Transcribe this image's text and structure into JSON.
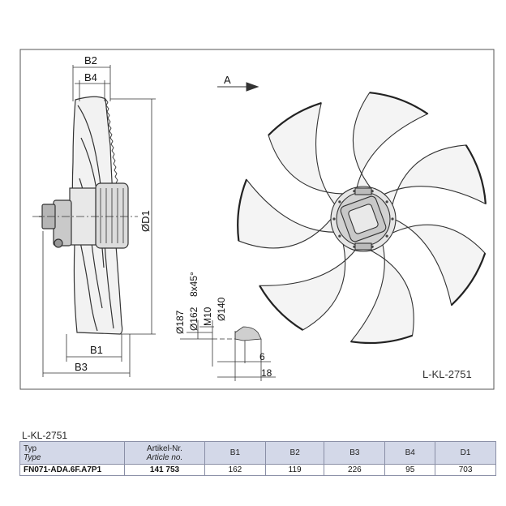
{
  "drawing": {
    "dims": {
      "b2": "B2",
      "b4": "B4",
      "b1": "B1",
      "b3": "B3",
      "d1": "ØD1",
      "d187": "Ø187",
      "d162": "Ø162",
      "chamfer": "8x45°",
      "m10": "M10",
      "d140": "Ø140",
      "six": "6",
      "eighteen": "18"
    },
    "view_arrow": "A",
    "drawing_no": "L-KL-2751"
  },
  "caption": "L-KL-2751",
  "table": {
    "headers": {
      "type_de": "Typ",
      "type_en": "Type",
      "article_de": "Artikel-Nr.",
      "article_en": "Article no.",
      "b1": "B1",
      "b2": "B2",
      "b3": "B3",
      "b4": "B4",
      "d1": "D1"
    },
    "row": {
      "type": "FN071-ADA.6F.A7P1",
      "article": "141 753",
      "b1": "162",
      "b2": "119",
      "b3": "226",
      "b4": "95",
      "d1": "703"
    }
  }
}
